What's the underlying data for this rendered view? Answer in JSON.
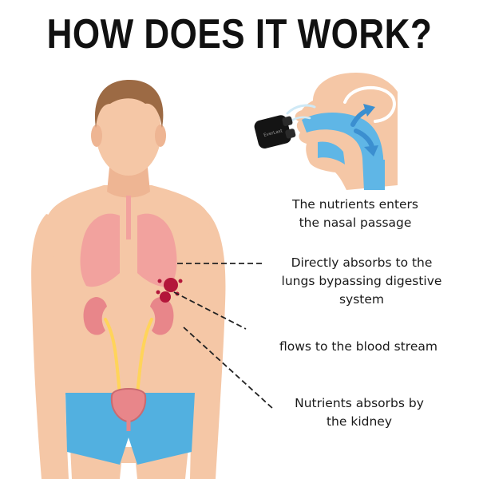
{
  "title": "HOW DOES IT WORK?",
  "device": {
    "brand": "EverLast"
  },
  "labels": {
    "nasal": [
      "The nutrients enters",
      "the nasal passage"
    ],
    "lungs": [
      "Directly absorbs to the",
      "lungs bypassing digestive",
      "system"
    ],
    "blood": [
      "flows to the blood stream"
    ],
    "kidney": [
      "Nutrients absorbs by",
      "the kidney"
    ]
  },
  "colors": {
    "skin": "#f5c7a6",
    "skin_shade": "#eeb593",
    "hair": "#9c6a44",
    "lungs": "#f2a29e",
    "kidney": "#e8868a",
    "shorts": "#52b0e0",
    "airway": "#5fb6e6",
    "blood": "#b3163a",
    "ureter": "#ffd45a"
  }
}
